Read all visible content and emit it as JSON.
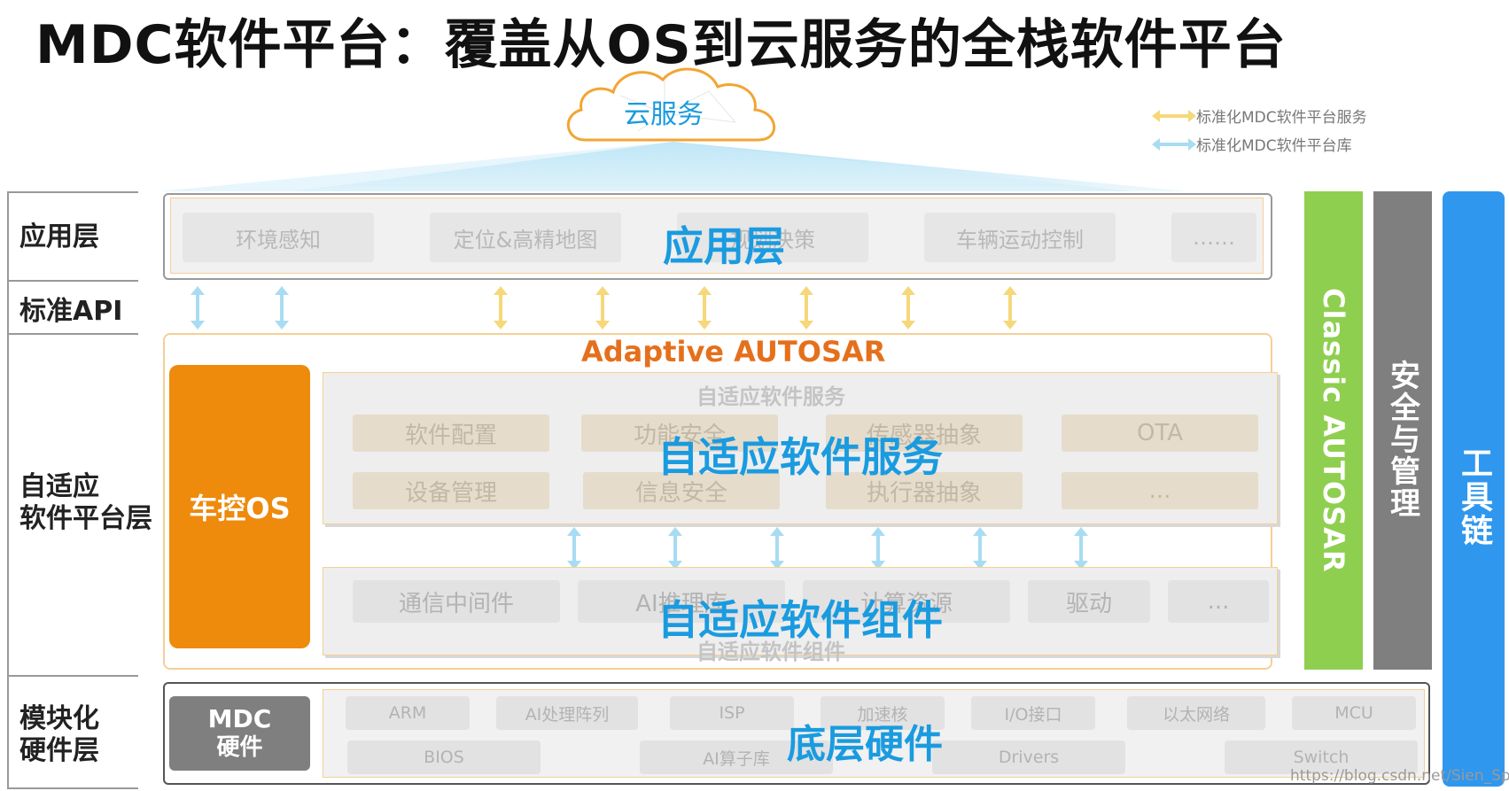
{
  "title": "MDC软件平台：覆盖从OS到云服务的全栈软件平台",
  "cloud": {
    "label": "云服务"
  },
  "legend": [
    {
      "label": "标准化MDC软件平台服务",
      "color": "#f6d87a"
    },
    {
      "label": "标准化MDC软件平台库",
      "color": "#a8dcf2"
    }
  ],
  "side_labels": {
    "app_layer": "应用层",
    "std_api": "标准API",
    "adaptive_layer_line1": "自适应",
    "adaptive_layer_line2": "软件平台层",
    "hw_layer_line1": "模块化",
    "hw_layer_line2": "硬件层"
  },
  "app_layer": {
    "overlay": "应用层",
    "items": [
      "环境感知",
      "定位&高精地图",
      "规划决策",
      "车辆运动控制",
      "……"
    ]
  },
  "adaptive": {
    "header": "Adaptive AUTOSAR",
    "vehicle_os": "车控OS",
    "services": {
      "caption": "自适应软件服务",
      "overlay": "自适应软件服务",
      "row1": [
        "软件配置",
        "功能安全",
        "传感器抽象",
        "OTA"
      ],
      "row2": [
        "设备管理",
        "信息安全",
        "执行器抽象",
        "..."
      ]
    },
    "components": {
      "caption": "自适应软件组件",
      "overlay": "自适应软件组件",
      "items": [
        "通信中间件",
        "AI推理库",
        "计算资源",
        "驱动",
        "..."
      ]
    }
  },
  "hardware": {
    "mdc_label_line1": "MDC",
    "mdc_label_line2": "硬件",
    "overlay": "底层硬件",
    "row1": [
      "ARM",
      "AI处理阵列",
      "ISP",
      "加速核",
      "I/O接口",
      "以太网络",
      "MCU"
    ],
    "row2": [
      "BIOS",
      "AI算子库",
      "Drivers",
      "Switch"
    ]
  },
  "right_bars": {
    "classic": "Classic AUTOSAR",
    "security": "安全与管理",
    "toolchain": "工具链"
  },
  "watermark": "https://blog.csdn.net/Sien_Spring",
  "colors": {
    "orange": "#ee8a0c",
    "green": "#8fcf4f",
    "grey_bar": "#7f7f7f",
    "blue_bar": "#2f97ee",
    "overlay_blue": "#1a9be0",
    "autosar_orange": "#e5701c"
  }
}
